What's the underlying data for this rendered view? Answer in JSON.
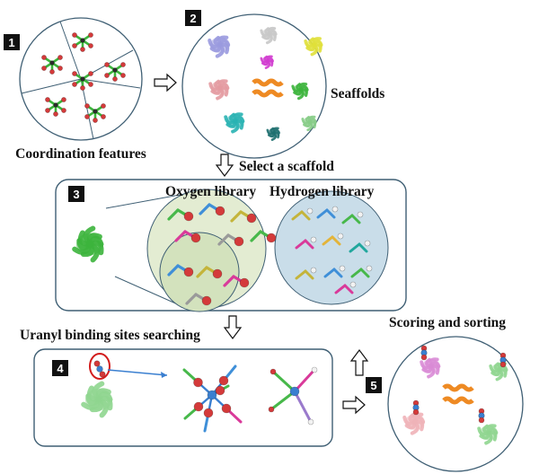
{
  "steps": {
    "s1": {
      "number": "1",
      "label": "Coordination features"
    },
    "s2": {
      "number": "2",
      "label": "Seaffolds"
    },
    "s3": {
      "number": "3",
      "oxygen_label": "Oxygen library",
      "hydrogen_label": "Hydrogen library"
    },
    "s4": {
      "number": "4"
    },
    "s5": {
      "number": "5"
    }
  },
  "arrows": {
    "select": "Select a scaffold",
    "search": "Uranyl binding sites searching",
    "score": "Scoring and sorting"
  },
  "colors": {
    "oxygen_atom": "#d43a3a",
    "protein_green": "#3cb43c",
    "panel_border": "#3f5f74",
    "oxygen_circle": "#d9e6c4",
    "hydrogen_circle": "#c6dce8",
    "uranium": "#3a7fd0"
  }
}
